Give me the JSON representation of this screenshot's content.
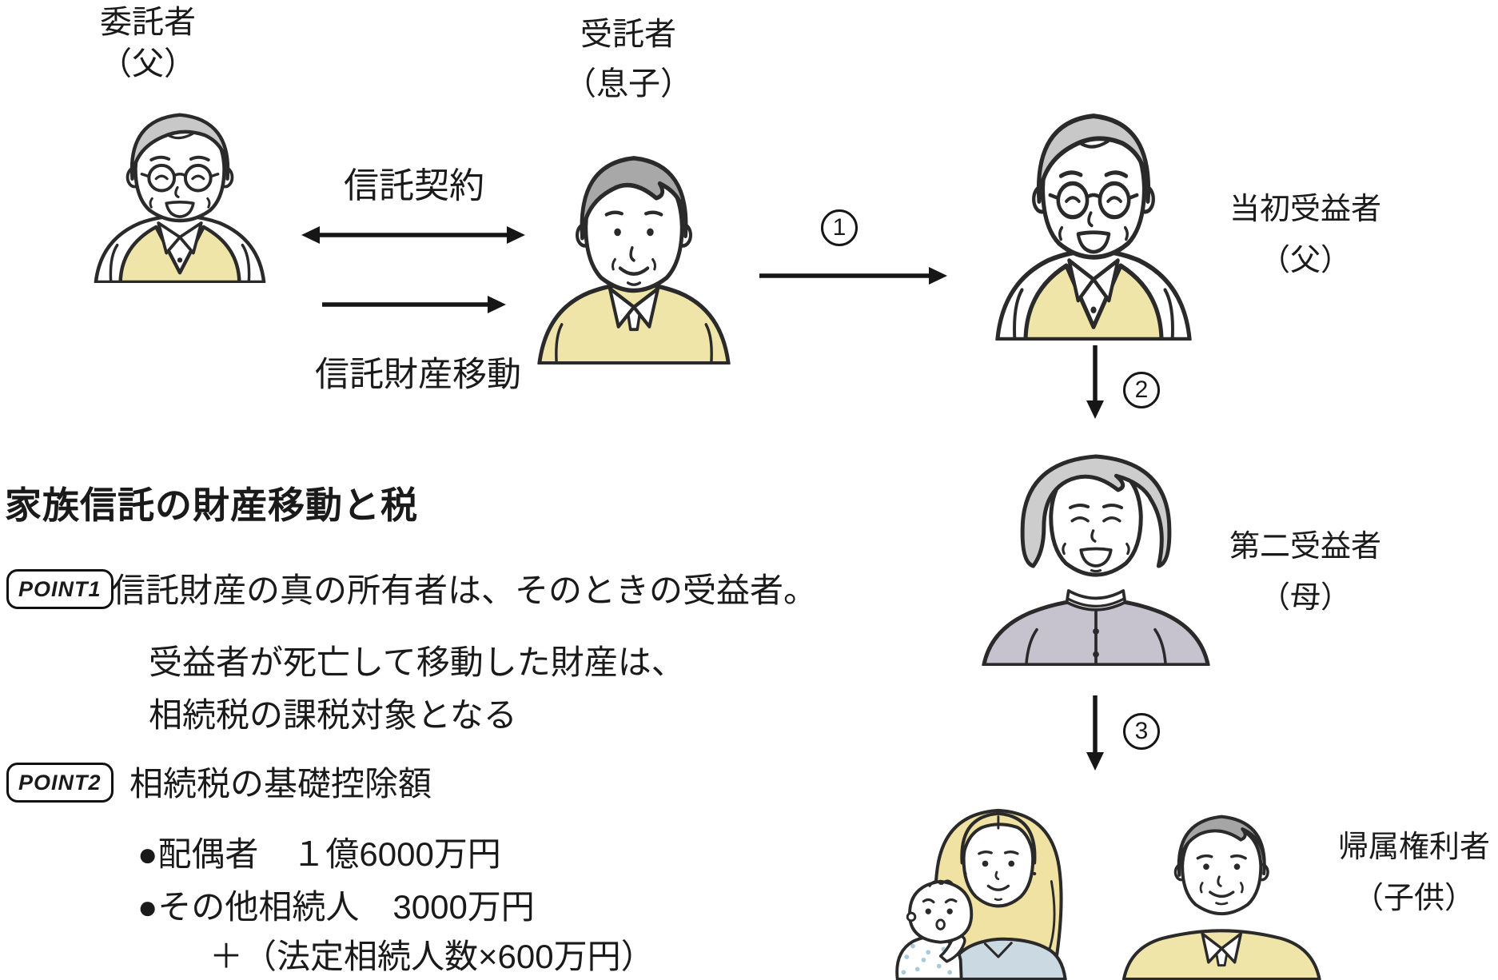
{
  "diagram": {
    "consignor": {
      "role": "委託者",
      "person": "（父）"
    },
    "trustee": {
      "role": "受託者",
      "person": "（息子）"
    },
    "contract_label": "信託契約",
    "transfer_label": "信託財産移動",
    "steps": {
      "one": "1",
      "two": "2",
      "three": "3"
    },
    "initial_beneficiary": {
      "role": "当初受益者",
      "person": "（父）"
    },
    "second_beneficiary": {
      "role": "第二受益者",
      "person": "（母）"
    },
    "residual_holder": {
      "role": "帰属権利者",
      "person": "（子供）"
    }
  },
  "section": {
    "title": "家族信託の財産移動と税",
    "point1": {
      "badge": "POINT1",
      "line1": "信託財産の真の所有者は、そのときの受益者。",
      "line2": "受益者が死亡して移動した財産は、",
      "line3": "相続税の課税対象となる"
    },
    "point2": {
      "badge": "POINT2",
      "heading": "相続税の基礎控除額",
      "bullet1": "●配偶者　１億6000万円",
      "bullet2": "●その他相続人　3000万円",
      "bullet2_cont": "＋（法定相続人数×600万円）"
    }
  },
  "colors": {
    "accent_yellow": "#F0E5A8",
    "hair_gray": "#C8C8C8",
    "hair_dark_gray": "#A5A5A5",
    "cardigan_lavender": "#C6C2CE",
    "top_blue": "#CBD9E2",
    "blonde": "#F0E2A2",
    "line": "#1F1F1F"
  }
}
